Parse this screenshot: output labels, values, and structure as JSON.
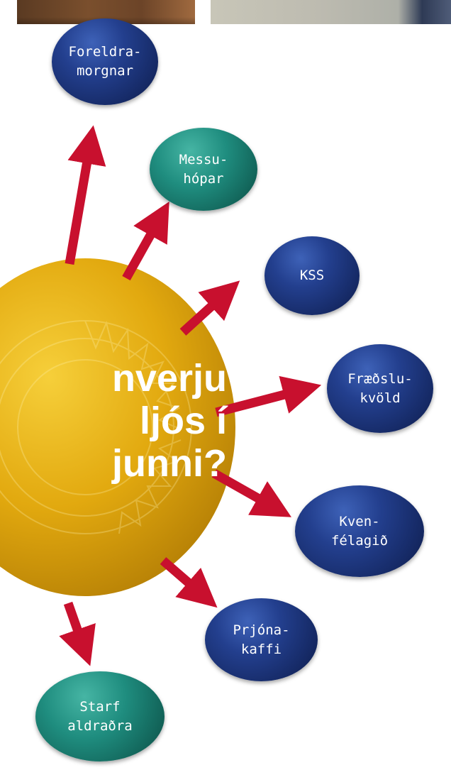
{
  "center": {
    "text": "nverju\nljós í\njunni?",
    "color": "#e0a60a"
  },
  "arrow_color": "#c8102e",
  "photos": [
    {
      "label": "photo-left"
    },
    {
      "label": "photo-right"
    }
  ],
  "nodes": [
    {
      "id": "foreldramorgnar",
      "label": "Foreldra-\nmorgnar",
      "color": "blue"
    },
    {
      "id": "messuhopar",
      "label": "Messu-\nhópar",
      "color": "teal"
    },
    {
      "id": "kss",
      "label": "KSS",
      "color": "blue"
    },
    {
      "id": "fraedslukvold",
      "label": "Fræðslu-\nkvöld",
      "color": "blue"
    },
    {
      "id": "kvenfelagid",
      "label": "Kven-\nfélagið",
      "color": "blue"
    },
    {
      "id": "prjonakaffi",
      "label": "Prjóna-\nkaffi",
      "color": "blue"
    },
    {
      "id": "starf-aldradra",
      "label": "Starf\naldraðra",
      "color": "teal"
    }
  ]
}
